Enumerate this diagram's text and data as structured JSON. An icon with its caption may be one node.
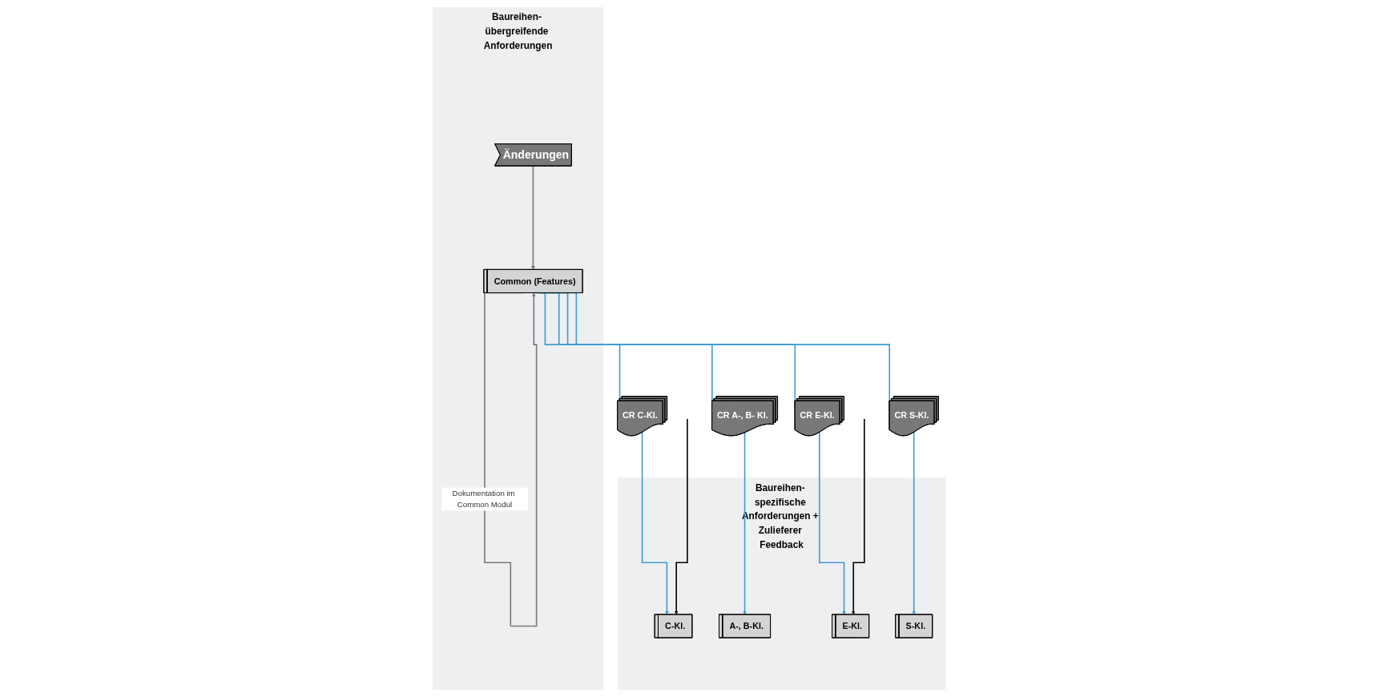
{
  "diagram": {
    "nodes": [
      {
        "text": [
          "Baureihen- übergreifende Anforderungen"
        ]
      },
      {
        "text": [
          "Common (Features)"
        ],
        "in": 0
      },
      {
        "text": [
          "Änderungen"
        ],
        "in": 0
      },
      {
        "text": [
          "Baureihen- spezifische Anforderungen + Zulieferer Feedback"
        ]
      },
      {
        "text": [
          "CR C-Kl."
        ]
      },
      {
        "text": [
          "CR A-, B- Kl."
        ]
      },
      {
        "text": [
          "CR E-Kl."
        ]
      },
      {
        "text": [
          "CR S-Kl."
        ]
      },
      {
        "text": [
          "C-Kl."
        ],
        "in": 3
      },
      {
        "text": [
          "A-, B-Kl."
        ],
        "in": 3
      },
      {
        "text": [
          "E-Kl."
        ],
        "in": 3
      },
      {
        "text": [
          "S-Kl."
        ],
        "in": 3
      }
    ],
    "edges": [
      {
        "from": 2,
        "to": 1,
        "arrow": "to",
        "color": "#77787a"
      },
      {
        "from": 1,
        "to": 1,
        "arrow": "to",
        "label": "Dokumentation im Common Modul",
        "color": "#77787a"
      },
      {
        "from": 1,
        "to": 4,
        "arrow": "none",
        "color": "#3f9ccf"
      },
      {
        "from": 4,
        "to": 8,
        "arrow": "to",
        "color": "#3f9ccf"
      },
      {
        "from": 1,
        "to": 5,
        "arrow": "none",
        "color": "#3f9ccf"
      },
      {
        "from": 5,
        "to": 9,
        "arrow": "to",
        "color": "#3f9ccf"
      },
      {
        "from": 1,
        "to": 6,
        "arrow": "none",
        "color": "#3f9ccf"
      },
      {
        "from": 6,
        "to": 10,
        "arrow": "to",
        "color": "#3f9ccf"
      },
      {
        "from": 1,
        "to": 7,
        "arrow": "none",
        "color": "#3f9ccf"
      },
      {
        "from": 7,
        "to": 11,
        "arrow": "to",
        "color": "#3f9ccf"
      },
      {
        "from": null,
        "to": 8,
        "arrow": "to",
        "color": "#000000"
      },
      {
        "from": null,
        "to": 10,
        "arrow": "to",
        "color": "#000000"
      }
    ]
  }
}
